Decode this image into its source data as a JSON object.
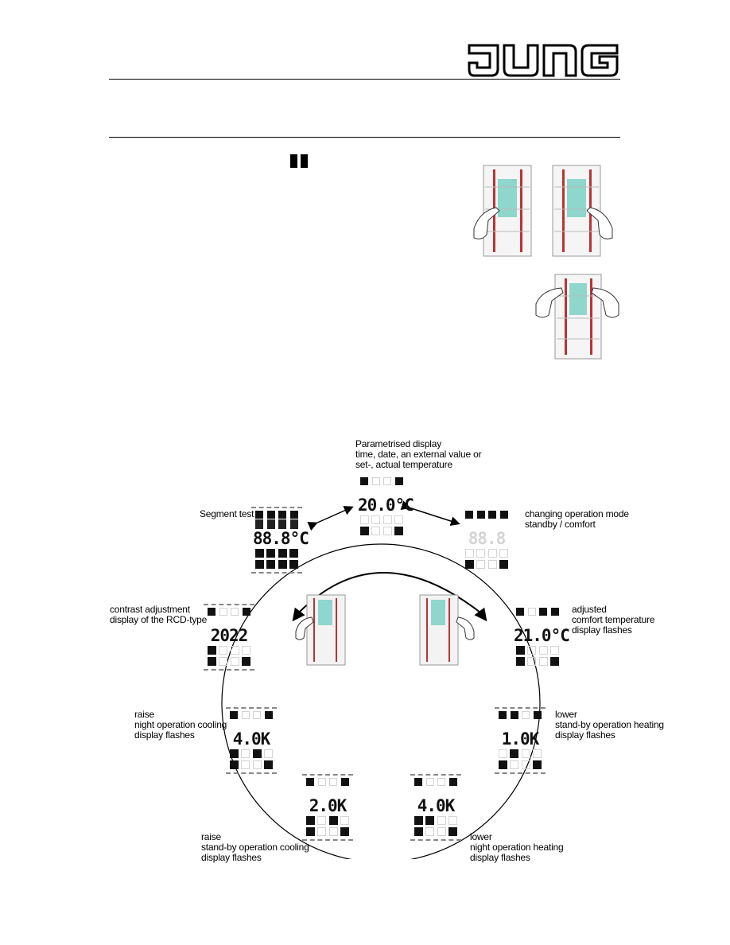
{
  "header": {
    "logo_text": "JUNG"
  },
  "captions": {
    "parametrised": [
      "Parametrised display",
      "time, date, an external value or",
      "set-, actual temperature"
    ],
    "segment_test": [
      "Segment test"
    ],
    "changing_mode": [
      "changing operation mode",
      "standby / comfort"
    ],
    "contrast": [
      "contrast adjustment",
      "display of the RCD-type"
    ],
    "adjusted_comfort": [
      "adjusted",
      "comfort temperature",
      "display flashes"
    ],
    "raise_night_cooling": [
      "raise",
      "night operation cooling",
      "display flashes"
    ],
    "lower_standby_heating": [
      "lower",
      "stand-by operation heating",
      "display flashes"
    ],
    "raise_standby_cooling": [
      "raise",
      "stand-by operation cooling",
      "display flashes"
    ],
    "lower_night_heating": [
      "lower",
      "night operation heating",
      "display flashes"
    ]
  },
  "displays": {
    "parametrised": "20.0°C",
    "segment_test": "88.8°C",
    "changing_mode": "88.8",
    "contrast": "2022",
    "adjusted_comfort": "21.0°C",
    "raise_night_cooling": "4.0K",
    "lower_standby_heating": "1.0K",
    "raise_standby_cooling": "2.0K",
    "lower_night_heating": "4.0K"
  },
  "colors": {
    "ink": "#000000",
    "lcd_segment_off": "#d2d2d2",
    "led_red": "#c0392b",
    "led_green": "#27ae60",
    "screen_cyan": "#7ed9cf"
  }
}
